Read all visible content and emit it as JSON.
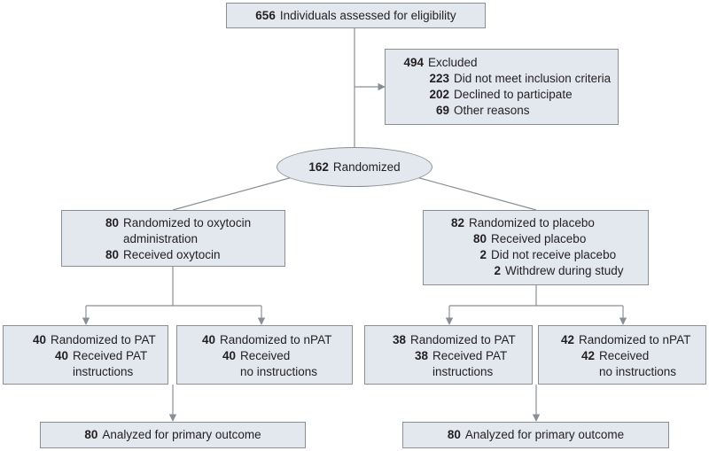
{
  "flowchart": {
    "assessed": {
      "n": "656",
      "label": "Individuals assessed for eligibility"
    },
    "excluded": {
      "n": "494",
      "label": "Excluded",
      "reasons": [
        {
          "n": "223",
          "label": "Did not meet inclusion criteria"
        },
        {
          "n": "202",
          "label": "Declined to participate"
        },
        {
          "n": "69",
          "label": "Other reasons"
        }
      ]
    },
    "randomized": {
      "n": "162",
      "label": "Randomized"
    },
    "oxytocin": {
      "randomized_n": "80",
      "randomized_label_1": "Randomized to oxytocin",
      "randomized_label_2": "administration",
      "received_n": "80",
      "received_label": "Received oxytocin"
    },
    "placebo": {
      "randomized_n": "82",
      "randomized_label": "Randomized to placebo",
      "received_n": "80",
      "received_label": "Received placebo",
      "not_received_n": "2",
      "not_received_label": "Did not receive placebo",
      "withdrew_n": "2",
      "withdrew_label": "Withdrew during study"
    },
    "oxy_pat": {
      "n1": "40",
      "l1": "Randomized to PAT",
      "n2": "40",
      "l2a": "Received PAT",
      "l2b": "instructions"
    },
    "oxy_npat": {
      "n1": "40",
      "l1": "Randomized to nPAT",
      "n2": "40",
      "l2a": "Received",
      "l2b": "no instructions"
    },
    "pla_pat": {
      "n1": "38",
      "l1": "Randomized to PAT",
      "n2": "38",
      "l2a": "Received PAT",
      "l2b": "instructions"
    },
    "pla_npat": {
      "n1": "42",
      "l1": "Randomized to nPAT",
      "n2": "42",
      "l2a": "Received",
      "l2b": "no instructions"
    },
    "analyzed_left": {
      "n": "80",
      "label": "Analyzed for primary outcome"
    },
    "analyzed_right": {
      "n": "80",
      "label": "Analyzed for primary outcome"
    },
    "colors": {
      "box_fill": "#e3e8ef",
      "box_border": "#8a8f96",
      "line": "#8a8f96"
    }
  }
}
